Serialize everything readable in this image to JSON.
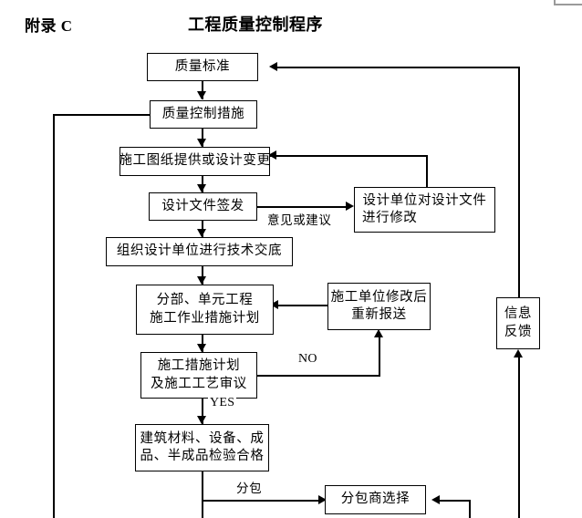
{
  "header": {
    "appendix": "附录 C",
    "title": "工程质量控制程序"
  },
  "diagram": {
    "type": "flowchart",
    "nodes": [
      {
        "id": "quality-standard",
        "label": "质量标准",
        "lines": [
          "质量标准"
        ]
      },
      {
        "id": "quality-control-measure",
        "label": "质量控制措施",
        "lines": [
          "质量控制措施"
        ]
      },
      {
        "id": "drawing-or-change",
        "label": "施工图纸提供或设计变更",
        "lines": [
          "施工图纸提供或设计变更"
        ]
      },
      {
        "id": "design-doc-issue",
        "label": "设计文件签发",
        "lines": [
          "设计文件签发"
        ]
      },
      {
        "id": "design-unit-revise",
        "label": "设计单位对设计文件进行修改",
        "lines": [
          "设计单位对设计文件",
          "进行修改"
        ]
      },
      {
        "id": "technical-disclosure",
        "label": "组织设计单位进行技术交底",
        "lines": [
          "组织设计单位进行技术交底"
        ]
      },
      {
        "id": "unit-works-plan",
        "label": "分部、单元工程施工作业措施计划",
        "lines": [
          "分部、单元工程",
          "施工作业措施计划"
        ]
      },
      {
        "id": "contractor-resubmit",
        "label": "施工单位修改后重新报送",
        "lines": [
          "施工单位修改后",
          "重新报送"
        ]
      },
      {
        "id": "plan-review",
        "label": "施工措施计划及施工工艺审议",
        "lines": [
          "施工措施计划",
          "及施工工艺审议"
        ]
      },
      {
        "id": "information-feedback",
        "label": "信息反馈",
        "lines": [
          "信息",
          "反馈"
        ]
      },
      {
        "id": "material-inspection",
        "label": "建筑材料、设备、成品、半成品检验合格",
        "lines": [
          "建筑材料、设备、成",
          "品、半成品检验合格"
        ]
      },
      {
        "id": "subcontractor-select",
        "label": "分包商选择",
        "lines": [
          "分包商选择"
        ]
      }
    ],
    "edge_labels": [
      {
        "id": "opinion-or-suggestion",
        "text": "意见或建议"
      },
      {
        "id": "no",
        "text": "NO"
      },
      {
        "id": "yes",
        "text": "YES"
      },
      {
        "id": "subcontract",
        "text": "分包"
      }
    ]
  },
  "colors": {
    "line": "#000000",
    "box_fill": "#ffffff",
    "text": "#000000",
    "page_border": "#9a9a9a"
  }
}
